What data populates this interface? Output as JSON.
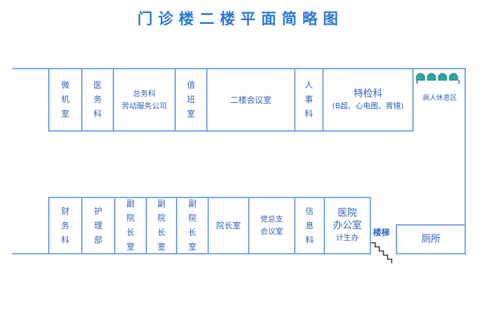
{
  "title": "门诊楼二楼平面简略图",
  "top_rooms": [
    {
      "label": "微机室"
    },
    {
      "label": "医务科"
    },
    {
      "label": "总务科",
      "sub": "劳动服务公司"
    },
    {
      "label": "值班室"
    },
    {
      "label": "二楼会议室"
    },
    {
      "label": "人事科"
    },
    {
      "label": "特检科",
      "sub": "(B超、心电图、胃镜)"
    }
  ],
  "bottom_rooms": [
    {
      "label": "财务科"
    },
    {
      "label": "护理部"
    },
    {
      "label": "副院长室"
    },
    {
      "label": "副院长室"
    },
    {
      "label": "副院长室"
    },
    {
      "label": "院长室"
    },
    {
      "label": "党总支",
      "sub": "会议室"
    },
    {
      "label": "信息科"
    },
    {
      "label": "医院",
      "sub": "办公室",
      "sub2": "计生办"
    }
  ],
  "stairs": "楼梯",
  "toilet": "厕所",
  "rest_area": "病人休息区",
  "colors": {
    "wall": "#7aa6e8",
    "text": "#2f62b8",
    "title": "#2a79d6",
    "seat": "#2aa7a0"
  }
}
